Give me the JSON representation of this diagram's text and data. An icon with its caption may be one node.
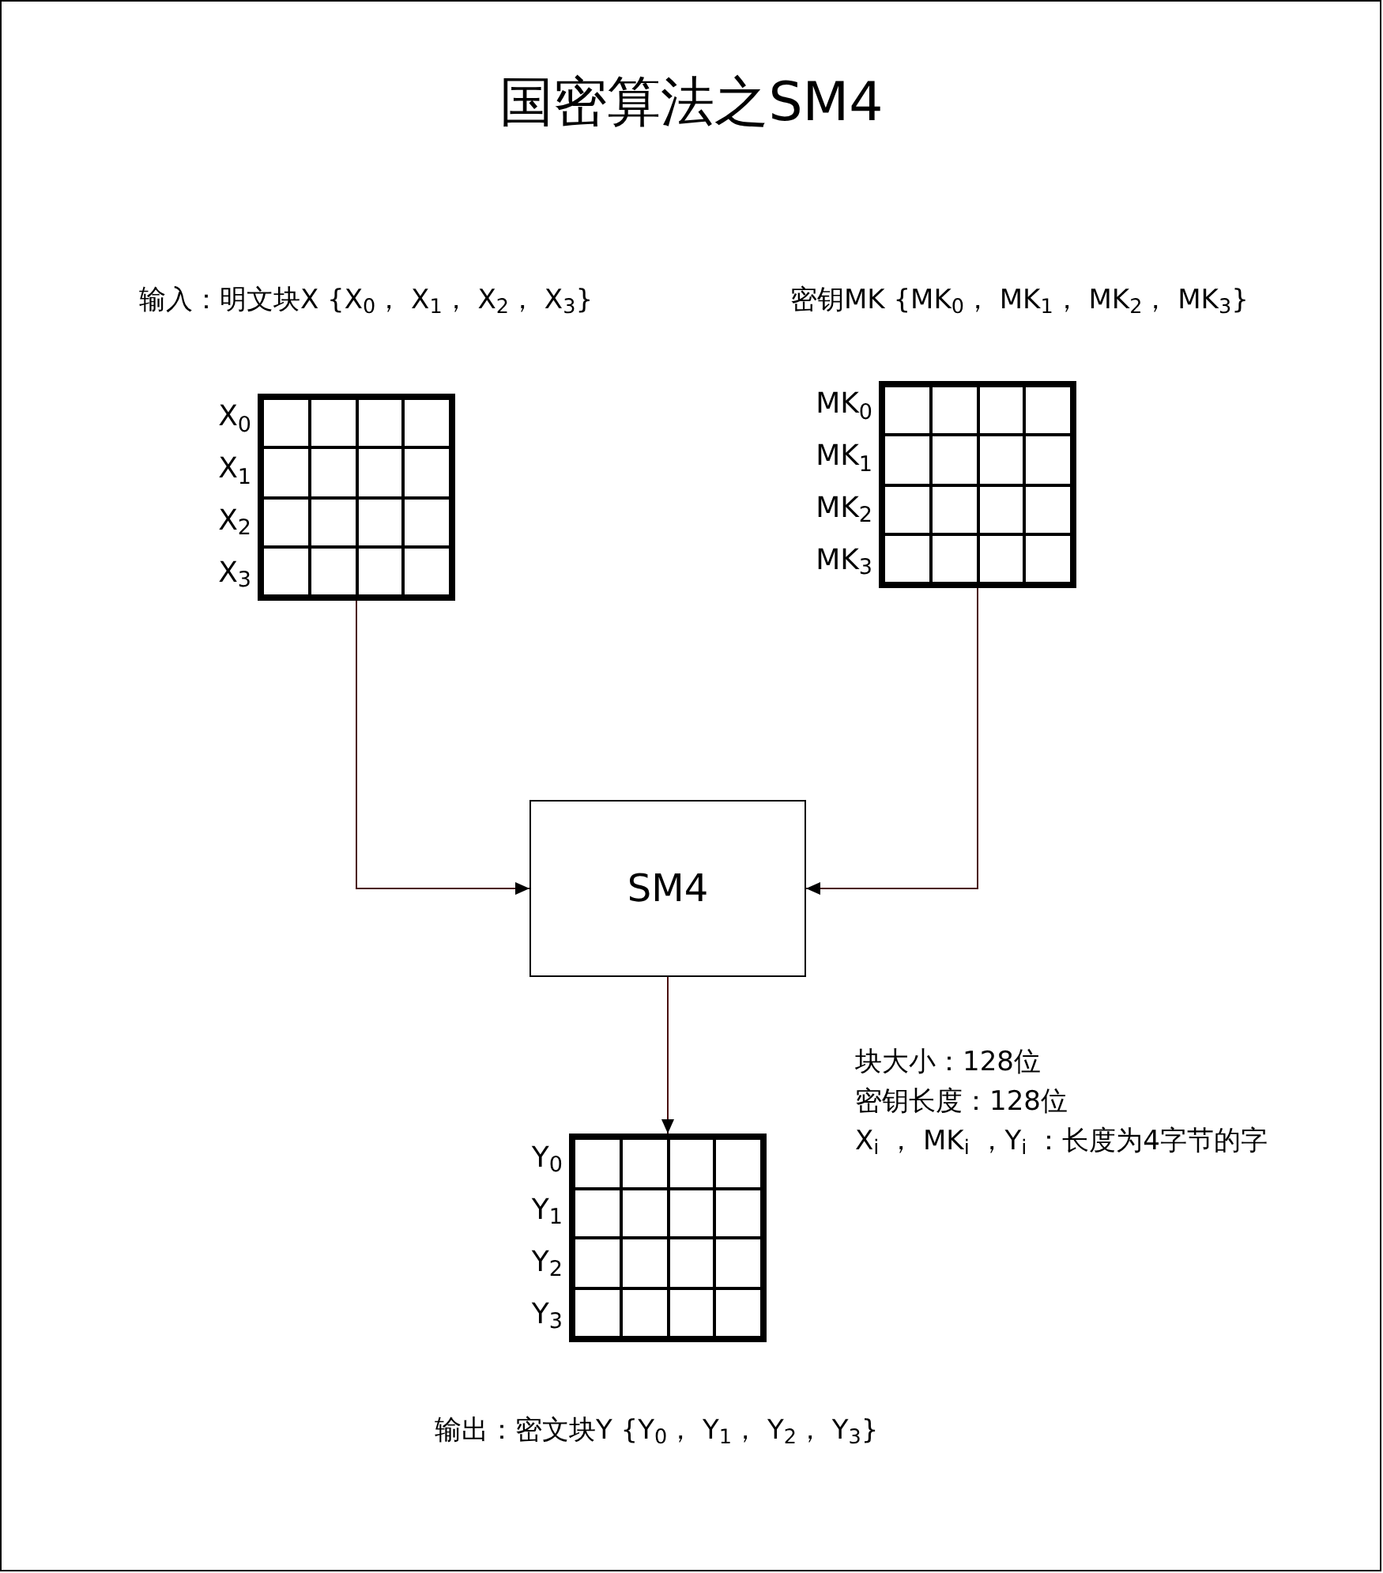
{
  "diagram": {
    "title": "国密算法之SM4",
    "nodes": [
      {
        "text": [],
        "shape": "grid",
        "beside": [
          "输入：明文块X {X$_{0}$， X$_{1}$， X$_{2}$， X$_{3}$}",
          "X$_{0}$",
          "X$_{1}$",
          "X$_{2}$",
          "X$_{3}$"
        ]
      },
      {
        "text": [],
        "shape": "grid",
        "beside": [
          "密钥MK {MK$_{0}$， MK$_{1}$， MK$_{2}$， MK$_{3}$}",
          "MK$_{0}$",
          "MK$_{1}$",
          "MK$_{2}$",
          "MK$_{3}$"
        ]
      },
      {
        "text": [
          "SM4"
        ]
      },
      {
        "text": [],
        "shape": "grid",
        "beside": [
          "输出：密文块Y {Y$_{0}$， Y$_{1}$， Y$_{2}$， Y$_{3}$}",
          "Y$_{0}$",
          "Y$_{1}$",
          "Y$_{2}$",
          "Y$_{3}$"
        ]
      }
    ],
    "edges": [
      {
        "from": 0,
        "to": 2,
        "arrow": "to"
      },
      {
        "from": 1,
        "to": 2,
        "arrow": "to"
      },
      {
        "from": 2,
        "to": 3,
        "arrow": "to"
      }
    ],
    "labels": [
      "块大小：128位",
      "密钥长度：128位",
      "X$_{i}$ ， MK$_{i}$ ，Y$_{i}$ ：长度为4字节的字"
    ]
  }
}
